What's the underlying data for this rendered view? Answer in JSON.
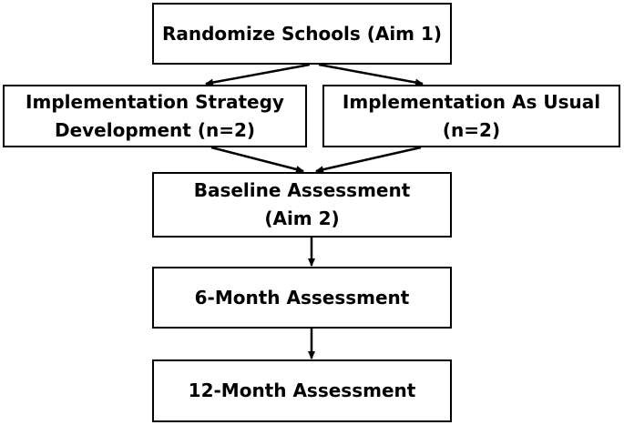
{
  "diagram": {
    "randomize": {
      "line1": "Randomize Schools (Aim 1)"
    },
    "strategy": {
      "line1": "Implementation Strategy",
      "line2": "Development (n=2)"
    },
    "usual": {
      "line1": "Implementation As Usual",
      "line2": "(n=2)"
    },
    "baseline": {
      "line1": "Baseline Assessment",
      "line2": "(Aim 2)"
    },
    "six_month": {
      "line1": "6-Month Assessment"
    },
    "twelve_month": {
      "line1": "12-Month Assessment"
    },
    "colors": {
      "stroke": "#000000",
      "fill": "#ffffff",
      "text": "#000000"
    }
  }
}
